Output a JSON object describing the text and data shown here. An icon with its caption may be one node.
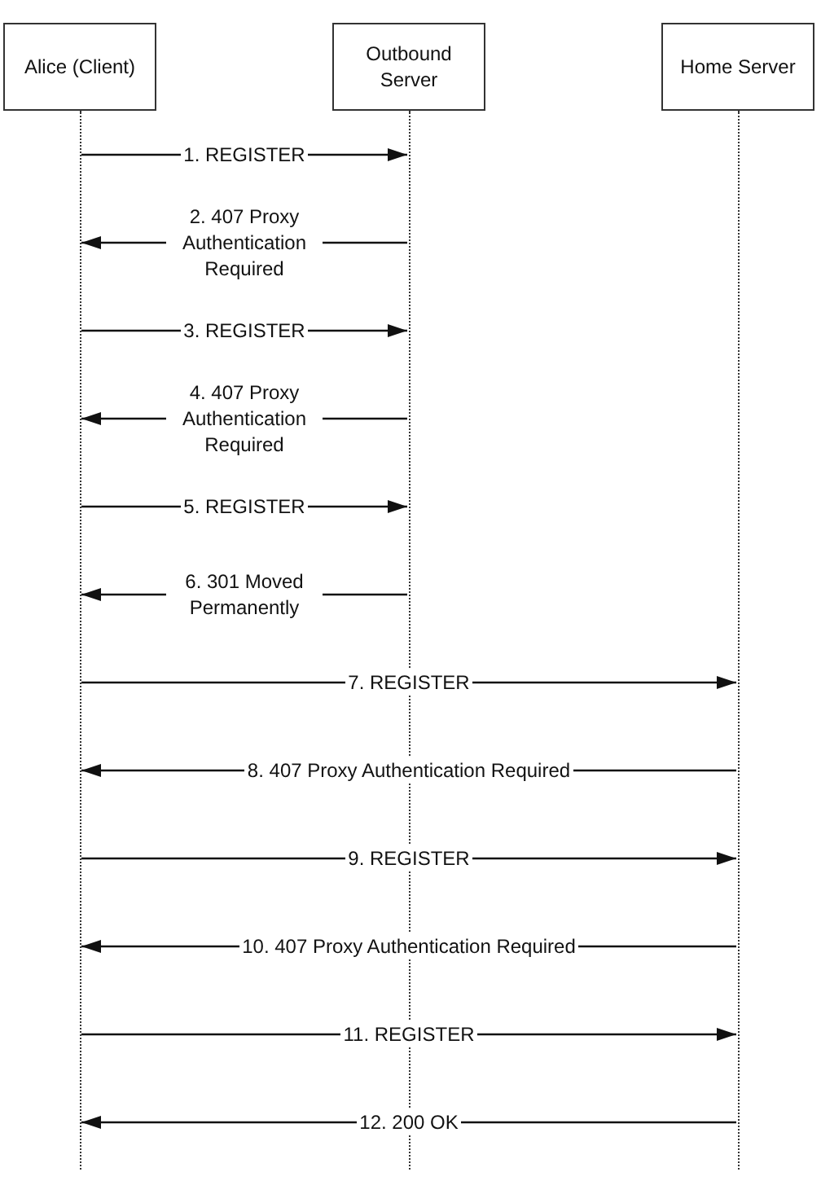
{
  "diagram": {
    "nodes": [
      {
        "text": [
          "Alice (Client)"
        ]
      },
      {
        "text": [
          "Outbound Server"
        ]
      },
      {
        "text": [
          "Home Server"
        ]
      },
      {
        "text": [],
        "shape": "line"
      },
      {
        "text": [],
        "shape": "line"
      },
      {
        "text": [],
        "shape": "line"
      }
    ],
    "edges": [
      {
        "from": 3,
        "to": 4,
        "arrow": "to",
        "label": "1. REGISTER"
      },
      {
        "from": 4,
        "to": 3,
        "arrow": "to",
        "label": "2. 407 Proxy Authentication Required"
      },
      {
        "from": 3,
        "to": 4,
        "arrow": "to",
        "label": "3. REGISTER"
      },
      {
        "from": 4,
        "to": 3,
        "arrow": "to",
        "label": "4. 407 Proxy Authentication Required"
      },
      {
        "from": 3,
        "to": 4,
        "arrow": "to",
        "label": "5. REGISTER"
      },
      {
        "from": 4,
        "to": 3,
        "arrow": "to",
        "label": "6. 301 Moved Permanently"
      },
      {
        "from": 3,
        "to": 5,
        "arrow": "to",
        "label": "7. REGISTER"
      },
      {
        "from": 5,
        "to": 3,
        "arrow": "to",
        "label": "8. 407 Proxy Authentication Required"
      },
      {
        "from": 3,
        "to": 5,
        "arrow": "to",
        "label": "9. REGISTER"
      },
      {
        "from": 5,
        "to": 3,
        "arrow": "to",
        "label": "10. 407 Proxy Authentication Required"
      },
      {
        "from": 3,
        "to": 5,
        "arrow": "to",
        "label": "11. REGISTER"
      },
      {
        "from": 5,
        "to": 3,
        "arrow": "to",
        "label": "12. 200 OK"
      }
    ]
  }
}
